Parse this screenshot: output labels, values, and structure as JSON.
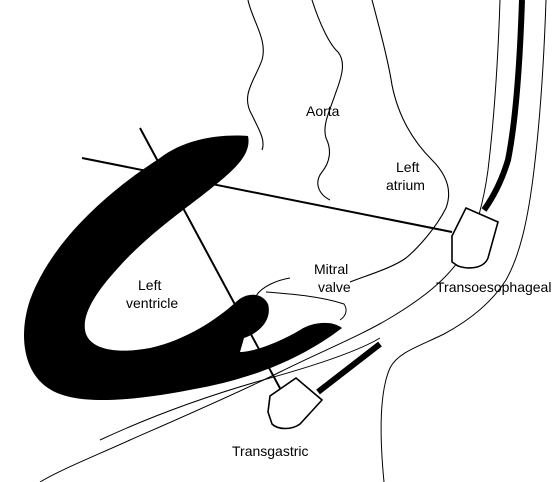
{
  "labels": {
    "aorta": "Aorta",
    "left_atrium_line1": "Left",
    "left_atrium_line2": "atrium",
    "left_ventricle_line1": "Left",
    "left_ventricle_line2": "ventricle",
    "mitral_valve_line1": "Mitral",
    "mitral_valve_line2": "valve",
    "transoesophageal": "Transoesophageal",
    "transgastric": "Transgastric"
  },
  "colors": {
    "ink": "#000000",
    "paper": "#ffffff"
  }
}
